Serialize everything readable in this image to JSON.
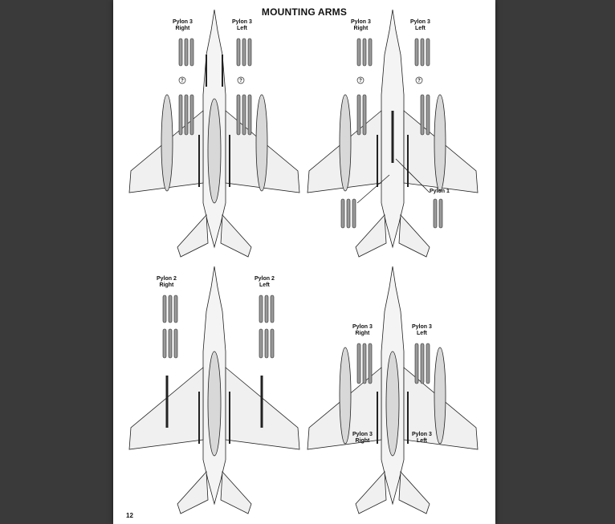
{
  "page": {
    "title": "MOUNTING ARMS",
    "number": "12"
  },
  "panels": [
    {
      "labels": {
        "a": [
          "Pylon 3",
          "Right"
        ],
        "b": [
          "Pylon 3",
          "Left"
        ]
      },
      "pylon1": ""
    },
    {
      "labels": {
        "a": [
          "Pylon 3",
          "Right"
        ],
        "b": [
          "Pylon 3",
          "Left"
        ]
      },
      "pylon1": "Pylon 1"
    },
    {
      "labels": {
        "a": [
          "Pylon 2",
          "Right"
        ],
        "b": [
          "Pylon 2",
          "Left"
        ]
      },
      "pylon1": ""
    },
    {
      "labels": {
        "a": [
          "Pylon 3",
          "Right"
        ],
        "b": [
          "Pylon 3",
          "Left"
        ]
      },
      "pylon1": ""
    }
  ],
  "question_mark": "?",
  "colors": {
    "background": "#3a3a3a",
    "paper": "#ffffff",
    "line": "#222222",
    "fill_light": "#d8d8d8",
    "fill_dark": "#9a9a9a"
  }
}
